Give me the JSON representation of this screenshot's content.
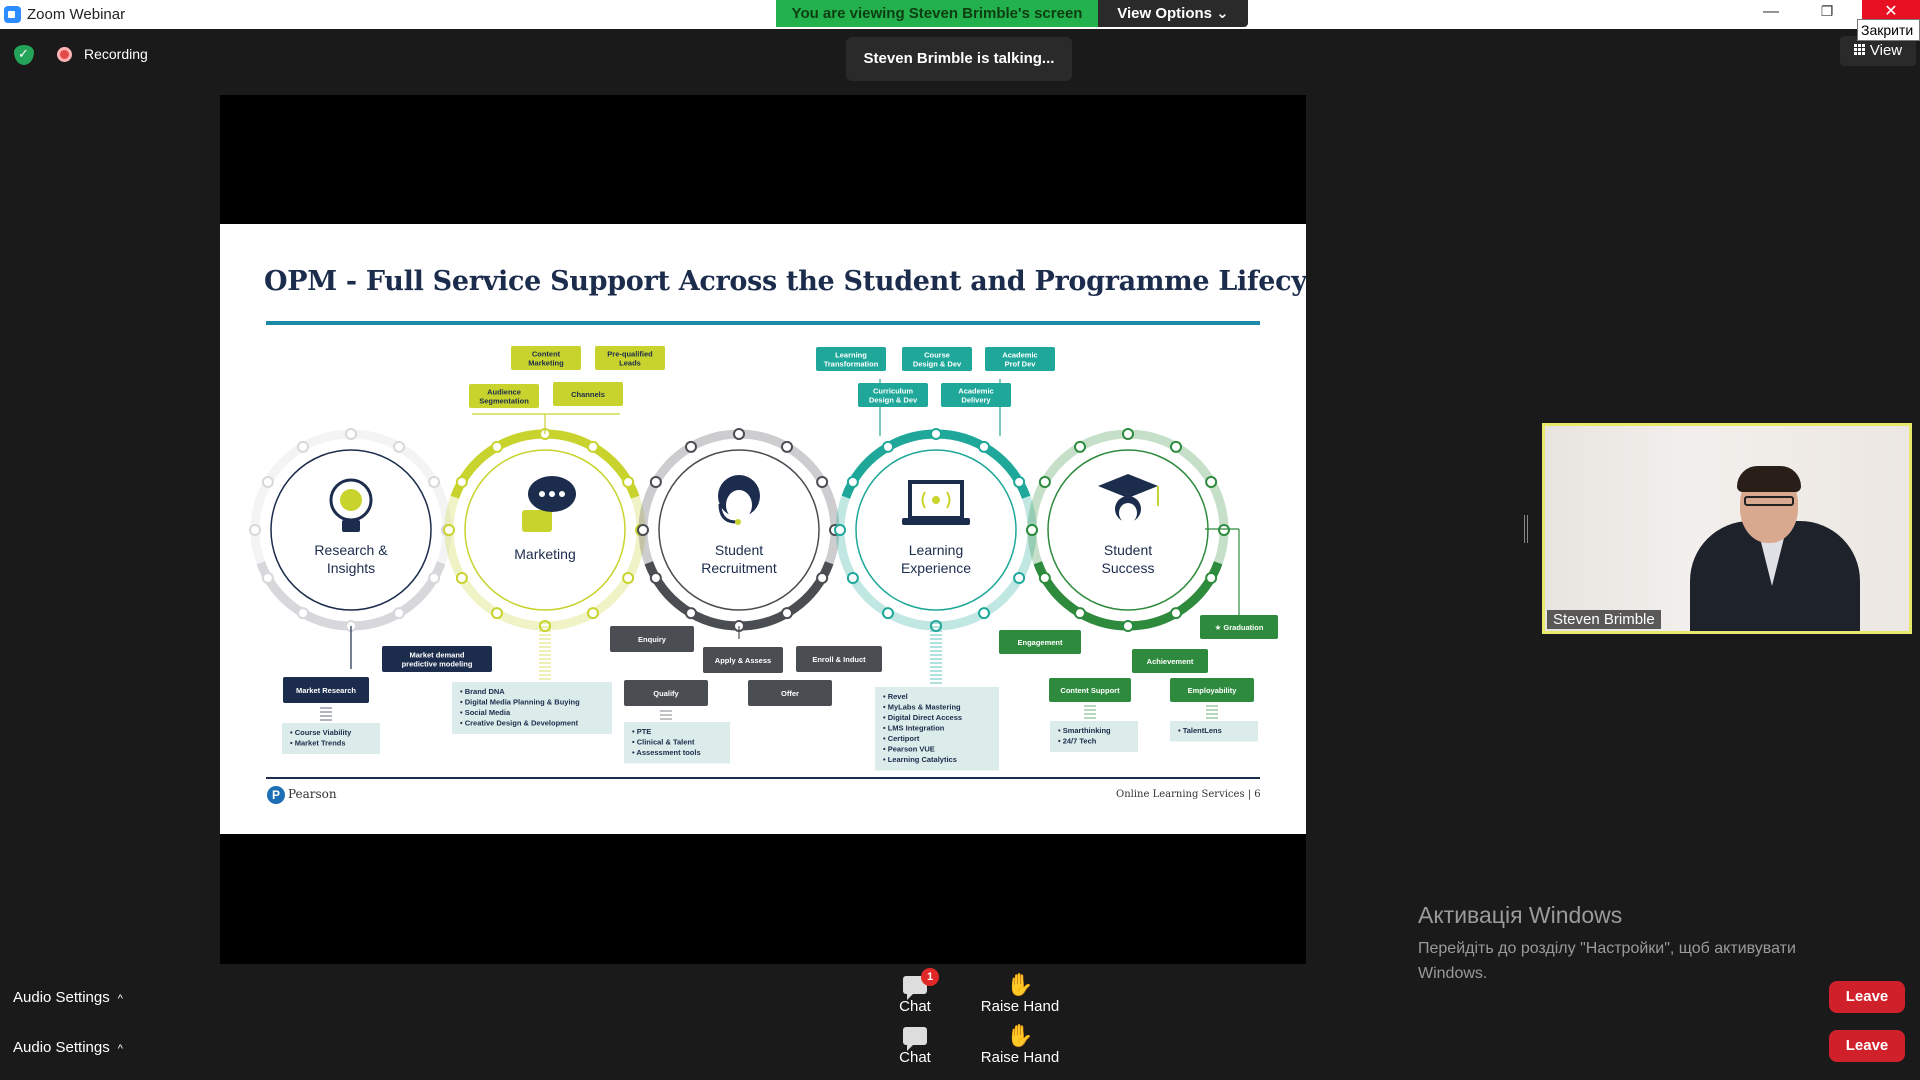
{
  "window": {
    "title": "Zoom Webinar",
    "minimize_glyph": "—",
    "maximize_glyph": "❐",
    "close_glyph": "✕",
    "close_tooltip": "Закрити"
  },
  "banner": {
    "viewing_text": "You are viewing Steven Brimble's screen",
    "view_options_label": "View Options ⌄"
  },
  "topbar": {
    "recording_label": "Recording",
    "talking_text": "Steven Brimble is talking...",
    "view_label": "View"
  },
  "slide": {
    "title": "OPM - Full Service Support Across the Student and Programme Lifecycle",
    "footer_brand": "Pearson",
    "footer_brand_logo": "P",
    "footer_right": "Online Learning Services  |  6",
    "stages": [
      {
        "label_1": "Research &",
        "label_2": "Insights"
      },
      {
        "label_1": "Marketing",
        "label_2": ""
      },
      {
        "label_1": "Student",
        "label_2": "Recruitment"
      },
      {
        "label_1": "Learning",
        "label_2": "Experience"
      },
      {
        "label_1": "Student",
        "label_2": "Success"
      }
    ],
    "tags": {
      "content_marketing": [
        "Content",
        "Marketing"
      ],
      "prequalified_leads": [
        "Pre-qualified",
        "Leads"
      ],
      "audience_segmentation": [
        "Audience",
        "Segmentation"
      ],
      "channels": [
        "Channels"
      ],
      "learning_transformation": [
        "Learning",
        "Transformation"
      ],
      "course_design": [
        "Course",
        "Design  & Dev"
      ],
      "academic_prof_dev": [
        "Academic",
        "Prof Dev"
      ],
      "curriculum_design": [
        "Curriculum",
        "Design  & Dev"
      ],
      "academic_delivery": [
        "Academic",
        "Delivery"
      ],
      "market_research": [
        "Market Research"
      ],
      "market_demand": [
        "Market demand",
        "predictive modeling"
      ],
      "enquiry": [
        "Enquiry"
      ],
      "apply_assess": [
        "Apply & Assess"
      ],
      "enroll_induct": [
        "Enroll & Induct"
      ],
      "qualify": [
        "Qualify"
      ],
      "offer": [
        "Offer"
      ],
      "engagement": [
        "Engagement"
      ],
      "graduation": [
        "Graduation"
      ],
      "achievement": [
        "Achievement"
      ],
      "content_support": [
        "Content Support"
      ],
      "employability": [
        "Employability"
      ]
    },
    "lists": {
      "research": [
        "Course Viability",
        "Market Trends"
      ],
      "marketing": [
        "Brand DNA",
        "Digital Media Planning & Buying",
        "Social Media",
        "Creative Design & Development"
      ],
      "recruitment": [
        "PTE",
        "Clinical & Talent",
        "Assessment tools"
      ],
      "learning": [
        "Revel",
        "MyLabs & Mastering",
        "Digital Direct Access",
        "LMS Integration",
        "Certiport",
        "Pearson VUE",
        "Learning Catalytics"
      ],
      "content_support": [
        "Smarthinking",
        "24/7 Tech"
      ],
      "employability": [
        "TalentLens"
      ]
    },
    "colors": {
      "navy": "#1c2c4c",
      "lime": "#c8d32e",
      "grey": "#4a4d52",
      "teal": "#1fa89a",
      "green": "#2e8b3e",
      "light_box": "#dcecea"
    }
  },
  "participant": {
    "name": "Steven Brimble"
  },
  "watermark": {
    "title": "Активація Windows",
    "description": "Перейдіть до розділу \"Настройки\", щоб активувати Windows."
  },
  "controls": {
    "audio_settings_label": "Audio Settings",
    "caret": "^",
    "chat_label": "Chat",
    "chat_badge": "1",
    "raise_hand_label": "Raise Hand",
    "hand_glyph": "✋",
    "leave_label": "Leave"
  }
}
